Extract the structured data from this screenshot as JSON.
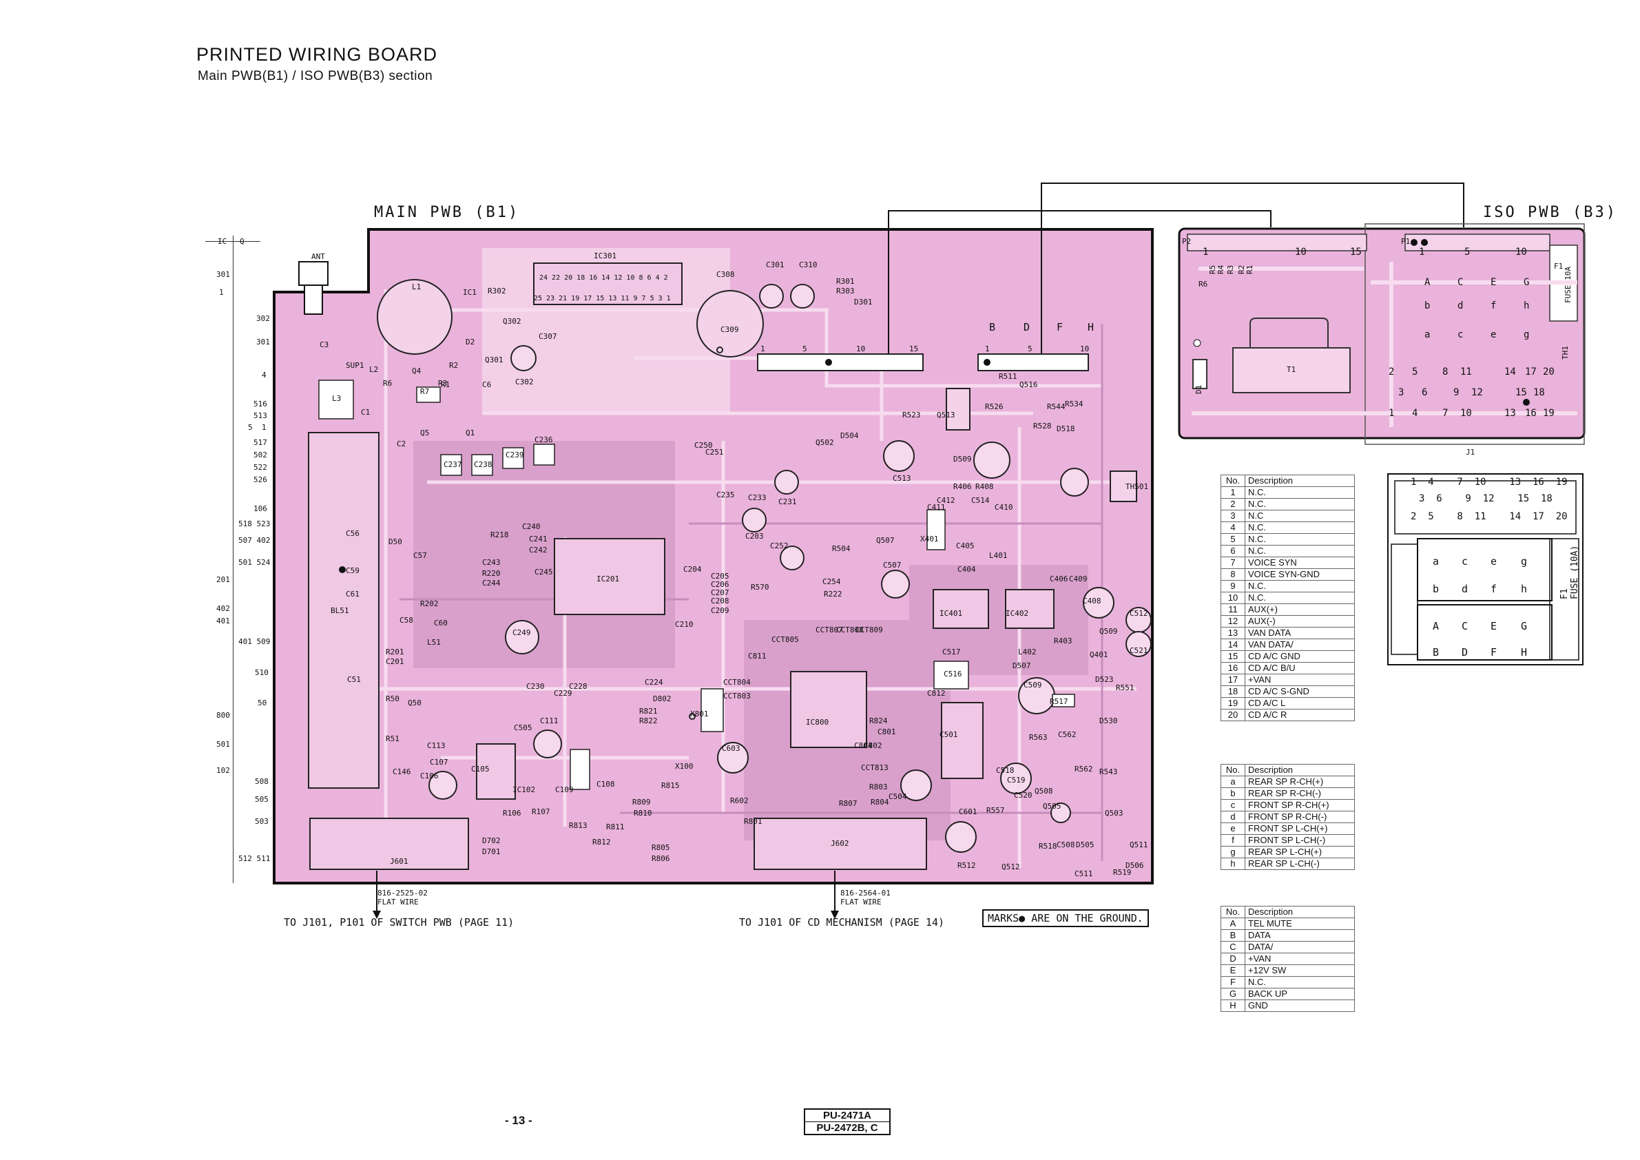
{
  "header": {
    "title": "PRINTED WIRING BOARD",
    "subtitle": "Main PWB(B1) / ISO PWB(B3) section"
  },
  "main_board": {
    "label": "MAIN PWB (B1)",
    "index_header": [
      "IC",
      "Q"
    ],
    "index_rows": [
      "301",
      "1",
      "302",
      "301",
      "4",
      "516",
      "513",
      "5  1",
      "517",
      "502",
      "522",
      "526",
      "106",
      "518 523",
      "507 402",
      "501 524",
      "201",
      "402",
      "401",
      "401 509",
      "510",
      "50",
      "800",
      "501",
      "102",
      "508",
      "505",
      "503",
      "512 511"
    ],
    "components": [
      "ANT",
      "L1",
      "IC1",
      "R302",
      "C307",
      "Q302",
      "C3",
      "SUP1",
      "L2",
      "R6",
      "Q4",
      "R2",
      "R1",
      "D2",
      "Q301",
      "C302",
      "L3",
      "R7",
      "R3",
      "C6",
      "C1",
      "Q5",
      "Q1",
      "C2",
      "IC301",
      "C308",
      "C301",
      "C310",
      "R301",
      "R303",
      "D301",
      "C309",
      "R523",
      "Q513",
      "R526",
      "R511",
      "Q516",
      "R544",
      "D518",
      "R534",
      "R528",
      "C236",
      "C237",
      "C238",
      "C239",
      "C250",
      "C251",
      "Q502",
      "D504",
      "C513",
      "D509",
      "C514",
      "C411",
      "C412",
      "R406",
      "R408",
      "C410",
      "TH501",
      "C240",
      "C241",
      "C242",
      "R218",
      "C243",
      "R220",
      "C244",
      "C245",
      "IC201",
      "C205",
      "C206",
      "C207",
      "C208",
      "C209",
      "C210",
      "C204",
      "C235",
      "C233",
      "C231",
      "C203",
      "C252",
      "R570",
      "C254",
      "R222",
      "X401",
      "C507",
      "Q507",
      "R504",
      "C405",
      "L401",
      "C404",
      "C406",
      "C409",
      "C408",
      "IC401",
      "IC402",
      "C512",
      "C521",
      "Q509",
      "D523",
      "R551",
      "R517",
      "D530",
      "C249",
      "C230",
      "C229",
      "C228",
      "C224",
      "D802",
      "R821",
      "R822",
      "CCT805",
      "CCT807",
      "CCT808",
      "CCT809",
      "C811",
      "CCT804",
      "CCT803",
      "X801",
      "IC800",
      "C516",
      "C517",
      "L402",
      "D507",
      "R403",
      "Q401",
      "C509",
      "C812",
      "C801",
      "R824",
      "C802",
      "C501",
      "C518",
      "C519",
      "R563",
      "C562",
      "R562",
      "R543",
      "Q508",
      "C520",
      "Q505",
      "Q503",
      "C508",
      "Q511",
      "D506",
      "R519",
      "C511",
      "Q512",
      "R518",
      "D505",
      "R512",
      "C601",
      "R557",
      "C505",
      "C111",
      "C113",
      "C107",
      "C146",
      "C106",
      "C105",
      "IC102",
      "C109",
      "C108",
      "X100",
      "R815",
      "C603",
      "C804",
      "R807",
      "R602",
      "R801",
      "CCT813",
      "R803",
      "R804",
      "C504",
      "R809",
      "R810",
      "R813",
      "R812",
      "R811",
      "R805",
      "R806",
      "R106",
      "R107",
      "D702",
      "D701",
      "J602",
      "J601",
      "D50",
      "C60",
      "L51",
      "R201",
      "C201",
      "R202",
      "R50",
      "Q50",
      "R51",
      "C51",
      "BL51",
      "C58",
      "C56",
      "C59",
      "C61",
      "C57"
    ],
    "pin_labels_cn": [
      "B",
      "D",
      "F",
      "H",
      "1",
      "5",
      "10"
    ],
    "connector_pins": [
      "1",
      "5",
      "10",
      "15"
    ],
    "ic301_pins_top": "24 22 20 18 16 14 12 10 8 6 4 2",
    "ic301_pins_bottom": "25 23 21 19 17 15 13 11 9 7 5 3 1",
    "flat_wire_1": "816-2525-02\nFLAT WIRE",
    "flat_wire_2": "816-2564-01\nFLAT WIRE",
    "to_switch": "TO J101, P101 OF SWITCH PWB (PAGE 11)",
    "to_cd": "TO J101 OF CD MECHANISM (PAGE 14)",
    "marks_note": "MARKS● ARE ON THE GROUND."
  },
  "iso_board": {
    "label": "ISO PWB (B3)",
    "components": [
      "P2",
      "R5",
      "R4",
      "R3",
      "R2",
      "R1",
      "R6",
      "P1",
      "FUSE 10A",
      "F1",
      "TH1",
      "D1",
      "T1",
      "J1"
    ],
    "p2_pins": [
      "1",
      "10",
      "15"
    ],
    "p1_pins": [
      "1",
      "5",
      "10"
    ],
    "letters_top": [
      "A",
      "C",
      "E",
      "G"
    ],
    "letters_mid": [
      "b",
      "d",
      "f",
      "h"
    ],
    "letters_low": [
      "a",
      "c",
      "e",
      "g"
    ],
    "j1_top": [
      "2",
      "5",
      "8",
      "11",
      "14",
      "17",
      "20"
    ],
    "j1_mid": [
      "3",
      "6",
      "9",
      "12",
      "15",
      "18"
    ],
    "j1_bot": [
      "1",
      "4",
      "7",
      "10",
      "13",
      "16",
      "19"
    ]
  },
  "connector_view": {
    "row1": "1  4    7  10    13  16  19",
    "row2": "3  6    9  12    15  18",
    "row3": "2  5    8  11    14  17  20",
    "pins_lower": [
      "a",
      "c",
      "e",
      "g",
      "b",
      "d",
      "f",
      "h"
    ],
    "pins_upper": [
      "A",
      "C",
      "E",
      "G",
      "B",
      "D",
      "F",
      "H"
    ],
    "fuse": "F1\nFUSE (10A)"
  },
  "table_j1": {
    "header": [
      "No.",
      "Description"
    ],
    "rows": [
      [
        "1",
        "N.C."
      ],
      [
        "2",
        "N.C."
      ],
      [
        "3",
        "N.C"
      ],
      [
        "4",
        "N.C."
      ],
      [
        "5",
        "N.C."
      ],
      [
        "6",
        "N.C."
      ],
      [
        "7",
        "VOICE SYN"
      ],
      [
        "8",
        "VOICE SYN-GND"
      ],
      [
        "9",
        "N.C."
      ],
      [
        "10",
        "N.C."
      ],
      [
        "11",
        "AUX(+)"
      ],
      [
        "12",
        "AUX(-)"
      ],
      [
        "13",
        "VAN DATA"
      ],
      [
        "14",
        "VAN DATA/"
      ],
      [
        "15",
        "CD A/C GND"
      ],
      [
        "16",
        "CD A/C B/U"
      ],
      [
        "17",
        "+VAN"
      ],
      [
        "18",
        "CD A/C S-GND"
      ],
      [
        "19",
        "CD A/C L"
      ],
      [
        "20",
        "CD A/C R"
      ]
    ]
  },
  "table_speaker": {
    "header": [
      "No.",
      "Description"
    ],
    "rows": [
      [
        "a",
        "REAR SP R-CH(+)"
      ],
      [
        "b",
        "REAR SP R-CH(-)"
      ],
      [
        "c",
        "FRONT SP R-CH(+)"
      ],
      [
        "d",
        "FRONT SP R-CH(-)"
      ],
      [
        "e",
        "FRONT SP L-CH(+)"
      ],
      [
        "f",
        "FRONT SP L-CH(-)"
      ],
      [
        "g",
        "REAR SP L-CH(+)"
      ],
      [
        "h",
        "REAR SP L-CH(-)"
      ]
    ]
  },
  "table_power": {
    "header": [
      "No.",
      "Description"
    ],
    "rows": [
      [
        "A",
        "TEL MUTE"
      ],
      [
        "B",
        "DATA"
      ],
      [
        "C",
        "DATA/"
      ],
      [
        "D",
        "+VAN"
      ],
      [
        "E",
        "+12V SW"
      ],
      [
        "F",
        "N.C."
      ],
      [
        "G",
        "BACK UP"
      ],
      [
        "H",
        "GND"
      ]
    ]
  },
  "footer": {
    "page": "- 13 -",
    "model_1": "PU-2471A",
    "model_2": "PU-2472B, C"
  },
  "colors": {
    "board_pink": "#eab3db",
    "trace_light": "#f7d7ee",
    "trace_dark": "#c98fbd",
    "outline": "#111111"
  }
}
